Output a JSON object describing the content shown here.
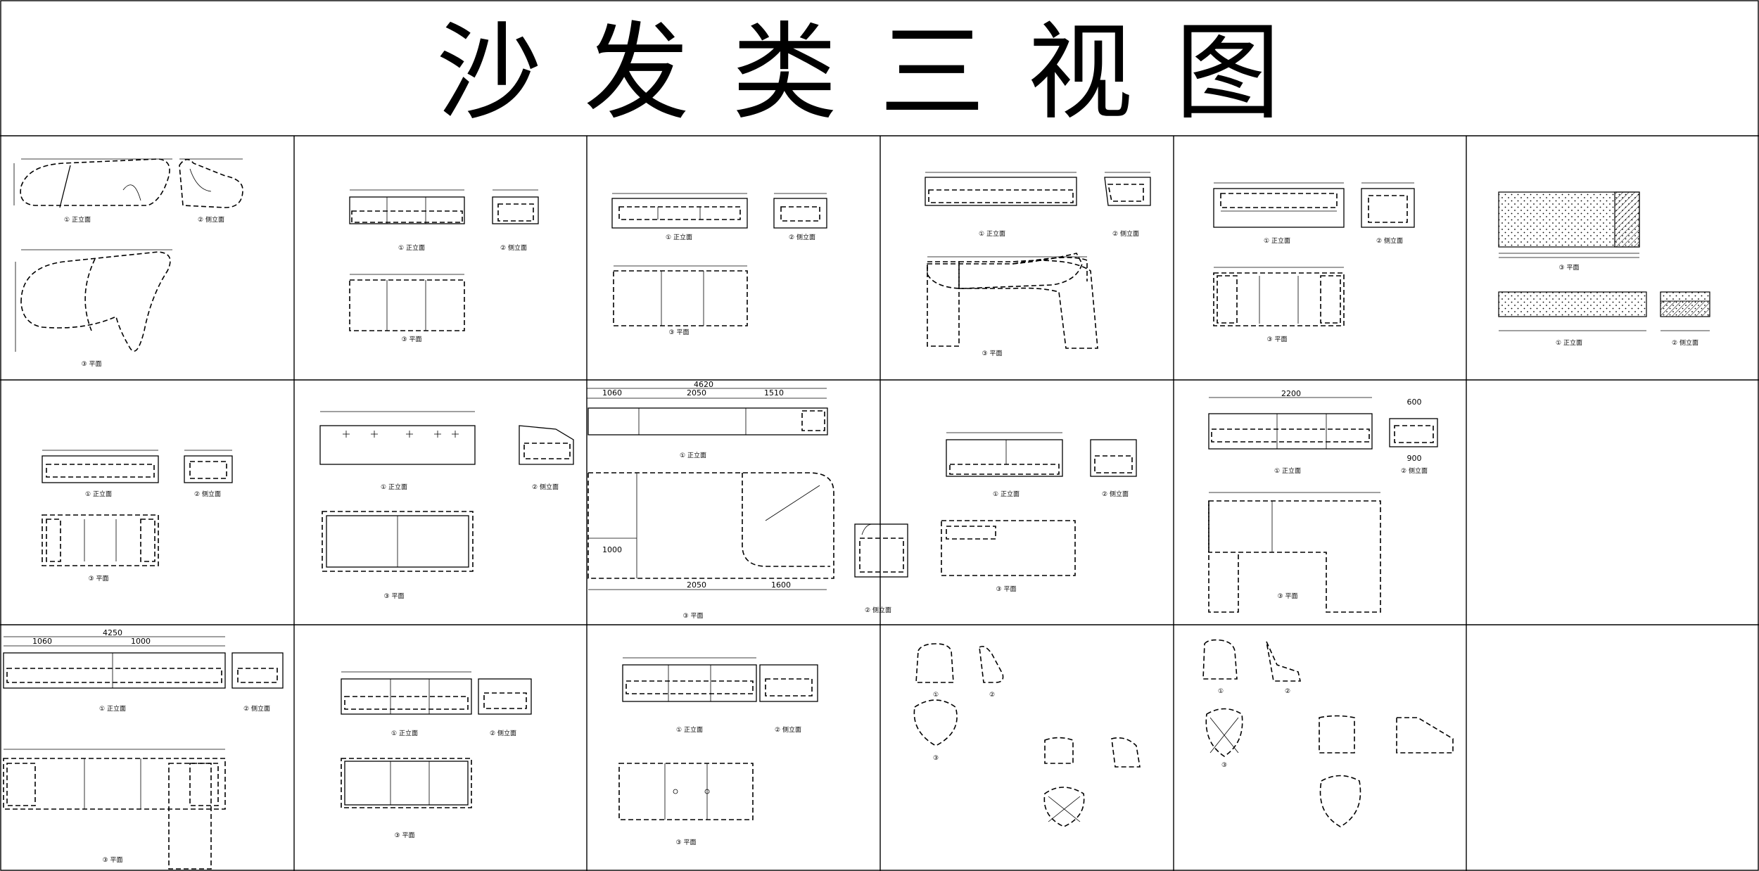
{
  "title": "沙发类三视图",
  "colors": {
    "line": "#000000",
    "background": "#ffffff"
  },
  "dims": {
    "top_overall": "4620",
    "top_seg1": "1060",
    "top_seg2": "2050",
    "top_seg3": "1510",
    "mid_2200": "2200",
    "mid_900": "900",
    "mid_600": "600",
    "bot_4250": "4250",
    "bot_1060": "1060",
    "bot_1000": "1000",
    "plan_2050": "2050",
    "plan_1600": "1600",
    "plan_1000": "1000"
  }
}
